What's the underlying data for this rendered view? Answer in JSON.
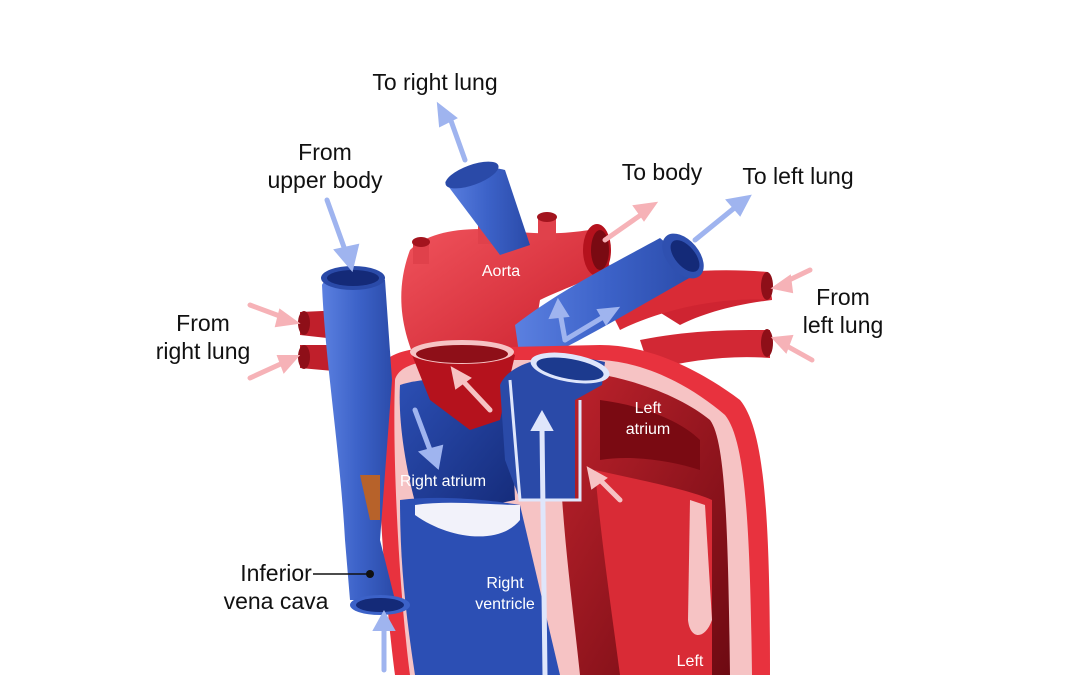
{
  "labels": {
    "to_right_lung": "To right lung",
    "from_upper_body_1": "From",
    "from_upper_body_2": "upper body",
    "to_body": "To body",
    "to_left_lung": "To left lung",
    "from_right_lung_1": "From",
    "from_right_lung_2": "right lung",
    "from_left_lung_1": "From",
    "from_left_lung_2": "left lung",
    "aorta": "Aorta",
    "right_atrium": "Right atrium",
    "left_atrium_1": "Left",
    "left_atrium_2": "atrium",
    "right_ventricle_1": "Right",
    "right_ventricle_2": "ventricle",
    "left_ventricle_1": "Left",
    "inferior_vena_cava_1": "Inferior",
    "inferior_vena_cava_2": "vena cava"
  },
  "colors": {
    "oxygenated": "#e8323e",
    "oxygenated_dark": "#a3141e",
    "deoxygenated": "#3d63c8",
    "deoxygenated_dark": "#1c3a8e",
    "wall_pink": "#f6c3c4",
    "arrow_blue": "#9fb4ef",
    "arrow_pink": "#f6b2b7"
  }
}
